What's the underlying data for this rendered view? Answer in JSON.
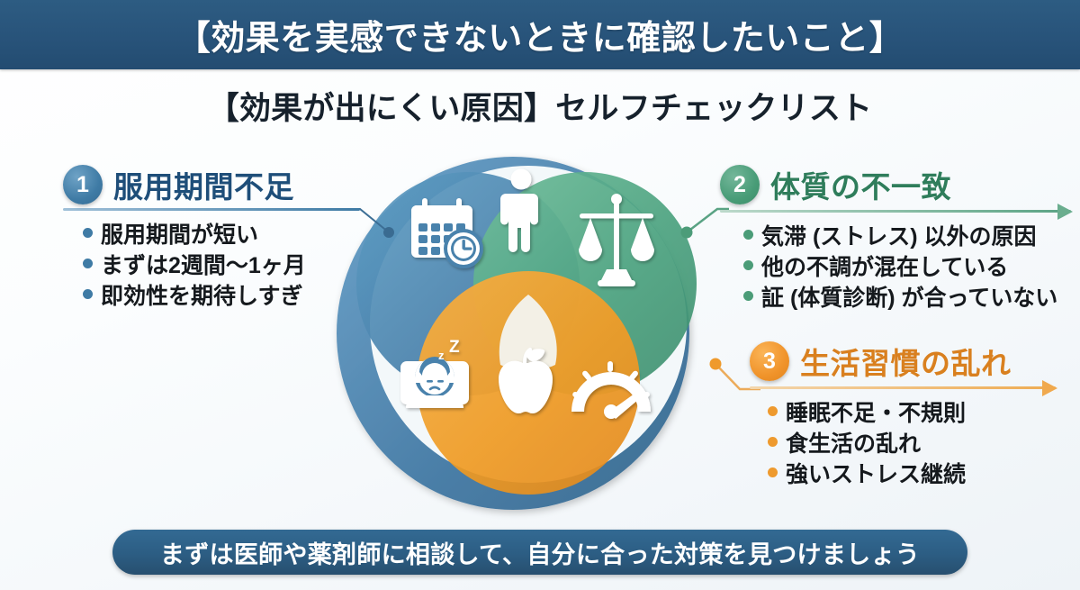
{
  "header": {
    "title": "【効果を実感できないときに確認したいこと】",
    "bg_color": "#28537a",
    "text_color": "#ffffff"
  },
  "subtitle": {
    "text": "【効果が出にくい原因】セルフチェックリスト",
    "color": "#16212c"
  },
  "items": [
    {
      "number": "1",
      "title": "服用期間不足",
      "color": "#1e4e79",
      "accent": "#3f7ba5",
      "bullets": [
        "服用期間が短い",
        "まずは2週間〜1ヶ月",
        "即効性を期待しすぎ"
      ]
    },
    {
      "number": "2",
      "title": "体質の不一致",
      "color": "#2f7d5b",
      "accent": "#4b9c78",
      "bullets": [
        "気滞 (ストレス) 以外の原因",
        "他の不調が混在している",
        "証 (体質診断) が合っていない"
      ]
    },
    {
      "number": "3",
      "title": "生活習慣の乱れ",
      "color": "#d9801f",
      "accent": "#ee9a2e",
      "bullets": [
        "睡眠不足・不規則",
        "食生活の乱れ",
        "強いストレス継続"
      ]
    }
  ],
  "venn": {
    "circles": [
      {
        "name": "medication-period-circle",
        "color": "#4a7fa8"
      },
      {
        "name": "constitution-circle",
        "color": "#4b9c7d"
      },
      {
        "name": "lifestyle-circle",
        "color": "#ef9a22"
      }
    ],
    "icons": [
      "calendar-clock-icon",
      "person-icon",
      "scales-icon",
      "sleeping-person-icon",
      "apple-icon",
      "speedometer-icon"
    ]
  },
  "footer": {
    "text": "まずは医師や薬剤師に相談して、自分に合った対策を見つけましょう",
    "bg_color": "#2c5d83",
    "text_color": "#ffffff"
  }
}
